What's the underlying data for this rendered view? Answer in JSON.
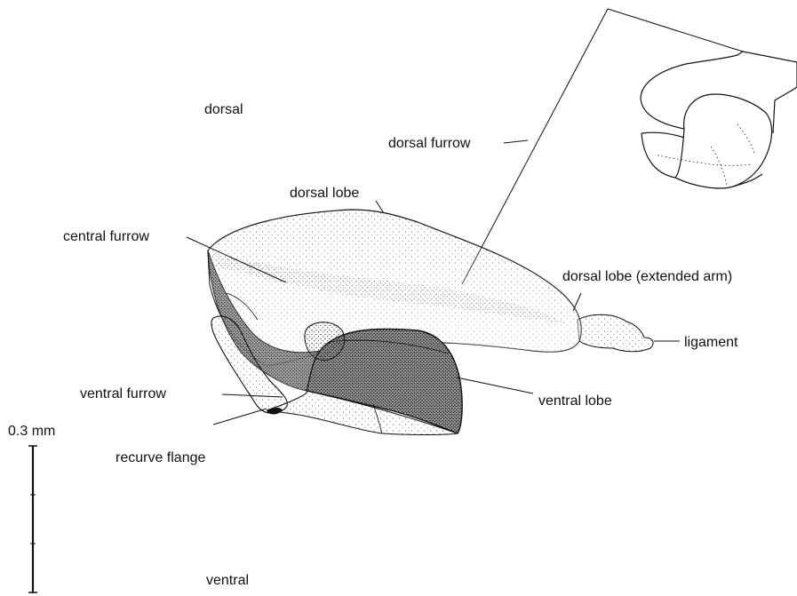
{
  "orientation": {
    "top": "dorsal",
    "bottom": "ventral"
  },
  "labels": {
    "dorsal_furrow": "dorsal furrow",
    "dorsal_lobe": "dorsal lobe",
    "central_furrow": "central furrow",
    "dorsal_lobe_extended": "dorsal lobe (extended arm)",
    "ligament": "ligament",
    "ventral_furrow": "ventral furrow",
    "ventral_lobe": "ventral lobe",
    "recurve_flange": "recurve flange"
  },
  "scale_bar": {
    "label": "0.3 mm"
  }
}
